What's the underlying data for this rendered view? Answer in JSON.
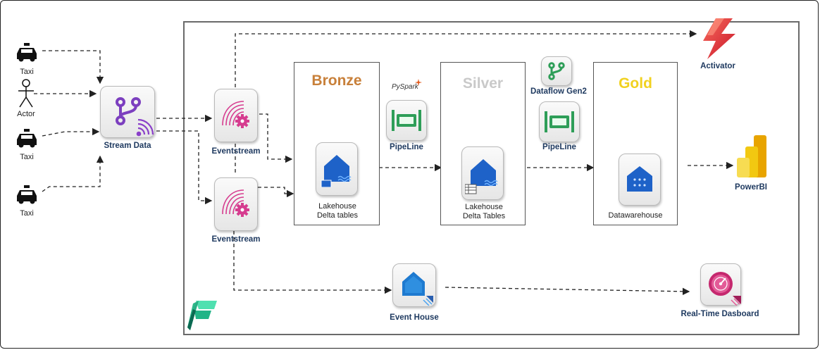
{
  "sources": [
    {
      "label": "Taxi"
    },
    {
      "label": "Actor"
    },
    {
      "label": "Taxi"
    },
    {
      "label": "Taxi"
    }
  ],
  "nodes": {
    "stream_data": "Stream Data",
    "eventstream_top": "Eventstream",
    "eventstream_bottom": "Eventstream",
    "pipeline_1": "PipeLine",
    "pipeline_2": "PipeLine",
    "pyspark": "PySpark",
    "dataflow": "Dataflow Gen2",
    "activator": "Activator",
    "powerbi": "PowerBI",
    "event_house": "Event House",
    "realtime_dashboard": "Real-Time Dasboard"
  },
  "stages": {
    "bronze": {
      "title": "Bronze",
      "caption_line1": "Lakehouse",
      "caption_line2": "Delta tables",
      "color": "#c8803a"
    },
    "silver": {
      "title": "Silver",
      "caption_line1": "Lakehouse",
      "caption_line2": "Delta Tables",
      "color": "#c9c9c9"
    },
    "gold": {
      "title": "Gold",
      "caption": "Datawarehouse",
      "color": "#f1d11f"
    }
  },
  "colors": {
    "fabric_purple": "#7c3fbf",
    "eventstream_pink": "#d63c8f",
    "pipeline_green": "#2e9e58",
    "lakehouse_blue": "#1e62c8",
    "activator_red": "#e5353b",
    "powerbi_yellow": "#f2c811"
  }
}
